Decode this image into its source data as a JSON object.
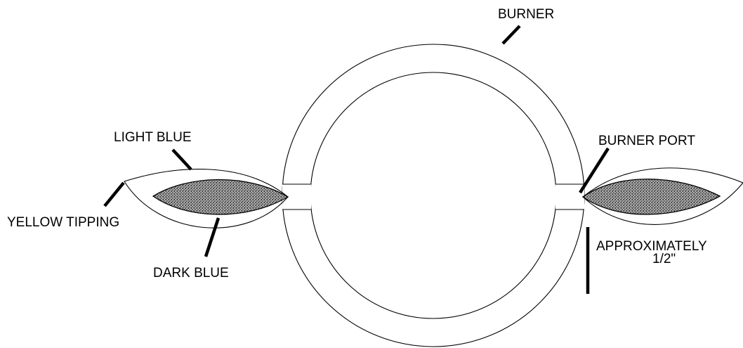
{
  "labels": {
    "burner": "BURNER",
    "light_blue": "LIGHT BLUE",
    "yellow_tipping": "YELLOW TIPPING",
    "dark_blue": "DARK BLUE",
    "burner_port": "BURNER PORT",
    "approximately": "APPROXIMATELY",
    "half_inch": "1/2\""
  },
  "colors": {
    "line": "#000000",
    "dark_flame_fill": "#7a7a7a",
    "background": "#ffffff"
  }
}
